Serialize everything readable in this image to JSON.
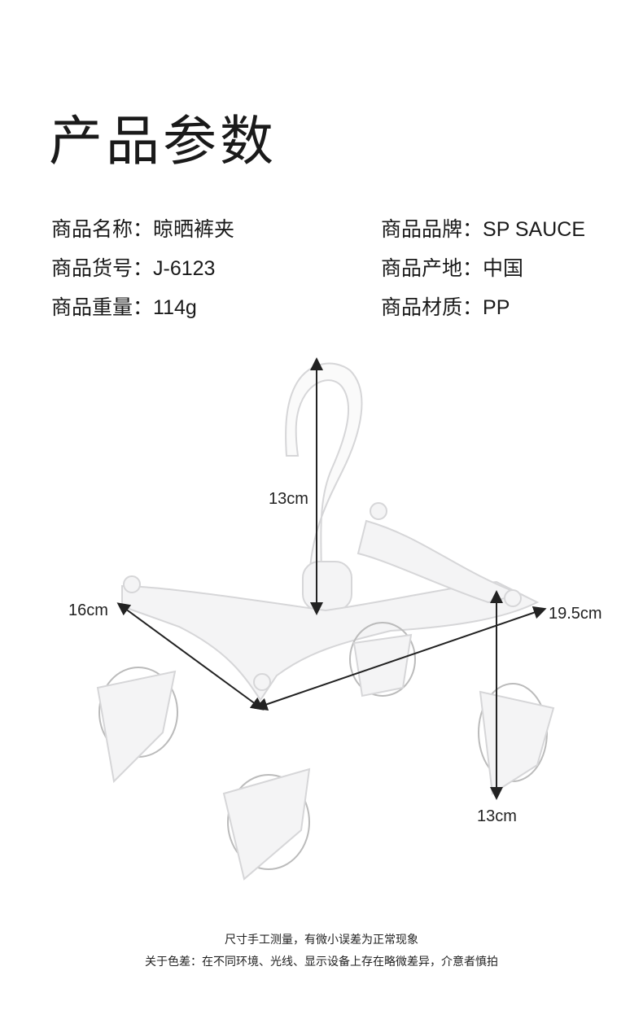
{
  "title": "产品参数",
  "specs": [
    {
      "label": "商品名称：",
      "value": "晾晒裤夹"
    },
    {
      "label": "商品品牌：",
      "value": "SP SAUCE"
    },
    {
      "label": "商品货号：",
      "value": "J-6123"
    },
    {
      "label": "商品产地：",
      "value": "中国"
    },
    {
      "label": "商品重量：",
      "value": "114g"
    },
    {
      "label": "商品材质：",
      "value": "PP"
    }
  ],
  "dimensions": {
    "hook_height": "13cm",
    "width": "16cm",
    "length": "19.5cm",
    "clip_height": "13cm"
  },
  "notes": {
    "line1": "尺寸手工测量，有微小误差为正常现象",
    "line2": "关于色差：在不同环境、光线、显示设备上存在略微差异，介意者慎拍"
  }
}
